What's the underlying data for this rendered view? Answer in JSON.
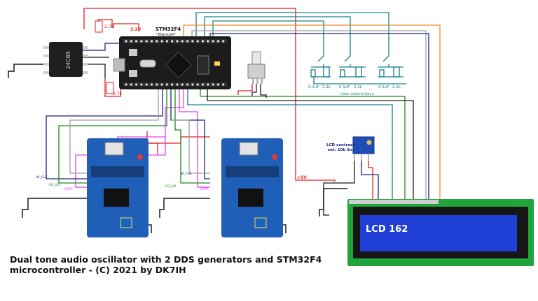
{
  "diagram": {
    "title_line1": "Dual tone audio oscillator with 2 DDS generators and STM32F4",
    "title_line2": "microcontroller - (C) 2021 by DK7IH",
    "mcu_label_line1": "STM32F4",
    "mcu_label_line2": "\"Blackpill\"",
    "eeprom_label": "24C65",
    "resistor_top_label": "2.7k",
    "resistor_bottom_label": "2.7k",
    "voltage_3v3": "3.3V",
    "voltage_5v": "+5V",
    "keys_label": "User control keys",
    "cap_label": "0.1uF",
    "res_label": "2.2k",
    "lcd_contrast_line1": "LCD contrast",
    "lcd_contrast_line2": "set: 10k lin.",
    "lcd_label": "LCD 162",
    "dds_left_labels": [
      "W_CLK",
      "FQ_UD",
      "DATA"
    ],
    "dds_right_labels": [
      "W_CLK",
      "FQ_UD",
      "DATA"
    ]
  },
  "colors": {
    "wire_red": "#e02020",
    "wire_blue": "#1a237e",
    "wire_green": "#1b8a1b",
    "wire_magenta": "#e040fb",
    "wire_gray": "#9e9e9e",
    "wire_teal": "#17808a",
    "wire_orange": "#f28c28",
    "board_blue": "#1f5fb8",
    "mcu_black": "#1c1c1c",
    "lcd_pcb": "#1fa53a",
    "lcd_screen": "#1f3fd6"
  }
}
